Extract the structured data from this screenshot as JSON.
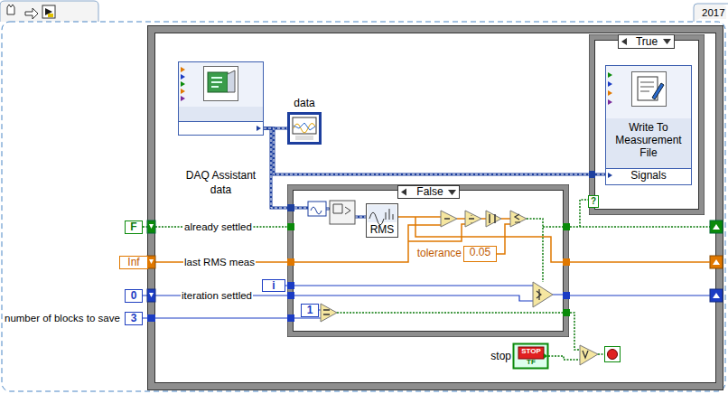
{
  "diagram": {
    "nodes": [
      {
        "text": [
          "DAQ Assistant",
          "data"
        ]
      },
      {
        "text": [
          "data"
        ]
      },
      {
        "text": [
          "True"
        ]
      },
      {
        "text": [
          "Write To Measurement File",
          "Signals"
        ],
        "in": 2
      },
      {
        "text": [
          "False"
        ]
      },
      {
        "text": [
          "RMS"
        ],
        "in": 4
      },
      {
        "text": [
          "tolerance",
          "0.05"
        ],
        "in": 4
      },
      {
        "text": [
          "1"
        ],
        "in": 4
      },
      {
        "text": [
          "F"
        ]
      },
      {
        "text": [
          "Inf"
        ]
      },
      {
        "text": [
          "0"
        ]
      },
      {
        "text": [
          "3"
        ]
      },
      {
        "text": [
          "i"
        ]
      },
      {
        "text": [
          "stop",
          "STOP",
          "TF"
        ]
      }
    ],
    "edges": [
      {
        "from": 0,
        "to": 1,
        "arrow": "none"
      },
      {
        "from": 0,
        "to": 3,
        "arrow": "none"
      },
      {
        "from": 0,
        "to": 4,
        "arrow": "none"
      },
      {
        "from": 8,
        "to": 4,
        "arrow": "none"
      },
      {
        "from": 9,
        "to": 4,
        "arrow": "none"
      },
      {
        "from": 10,
        "to": 4,
        "arrow": "none"
      },
      {
        "from": 11,
        "to": 4,
        "arrow": "none"
      },
      {
        "from": 12,
        "to": 4,
        "arrow": "none"
      }
    ],
    "labels": [
      "2017",
      "already settled",
      "last RMS meas",
      "iteration settled",
      "number of blocks to save",
      "?"
    ]
  }
}
